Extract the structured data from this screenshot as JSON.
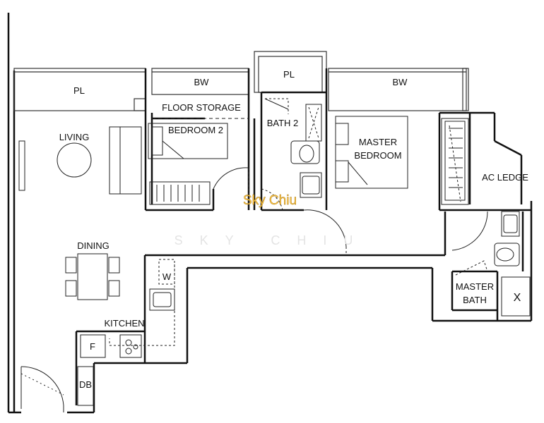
{
  "rooms": {
    "pl_left": "PL",
    "bw_left": "BW",
    "floor_storage": "FLOOR STORAGE",
    "pl_top": "PL",
    "bw_right": "BW",
    "living": "LIVING",
    "bedroom2": "BEDROOM 2",
    "bath2": "BATH 2",
    "master_bedroom_1": "MASTER",
    "master_bedroom_2": "BEDROOM",
    "ac_ledge": "AC LEDGE",
    "dining": "DINING",
    "washer": "W",
    "kitchen": "KITCHEN",
    "fridge": "F",
    "db": "DB",
    "master_bath_1": "MASTER",
    "master_bath_2": "BATH",
    "shower_mark": "X"
  },
  "watermark": {
    "main": "Sky Chiu",
    "sub": "SKY CHIU"
  },
  "colors": {
    "wall": "#111111",
    "watermark": "#ffc94d"
  }
}
